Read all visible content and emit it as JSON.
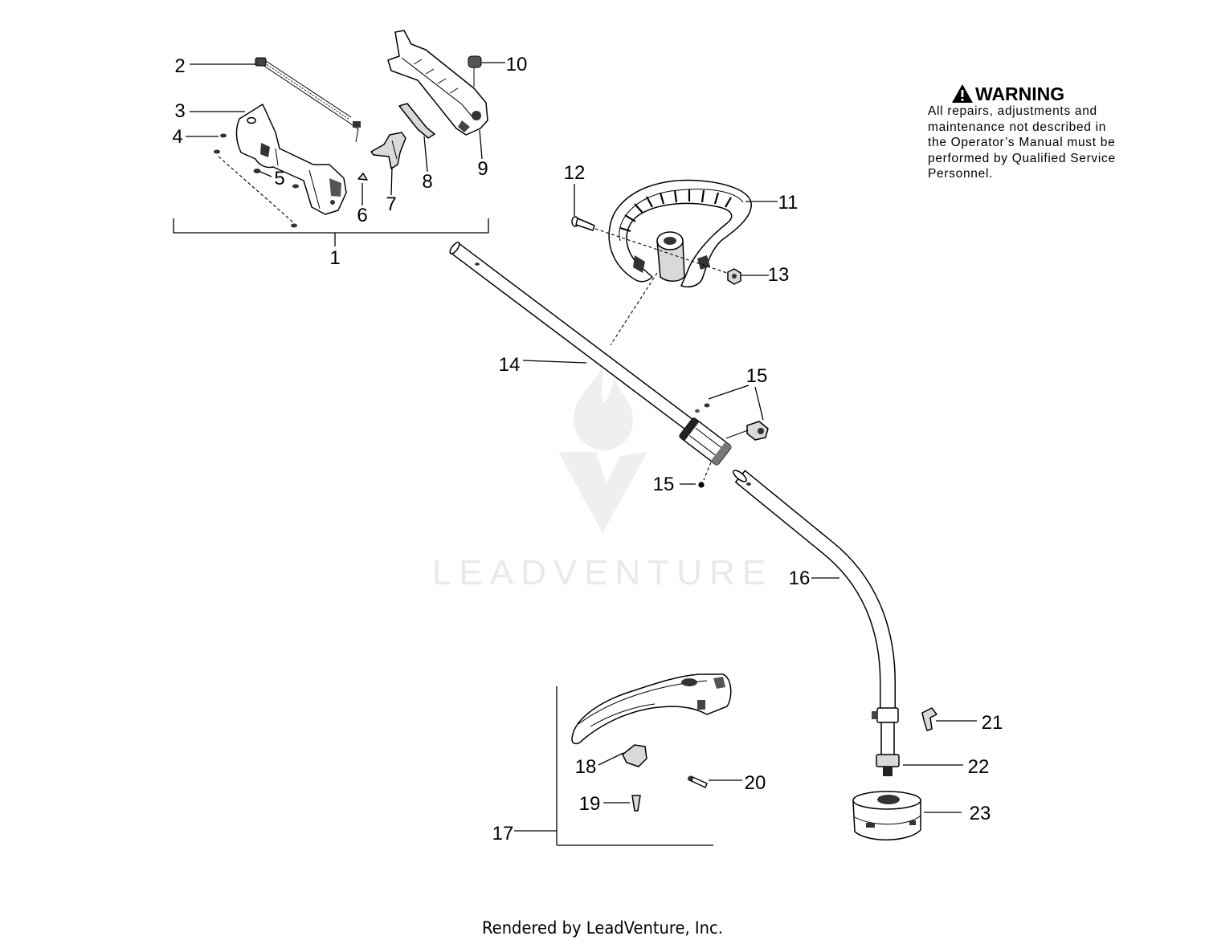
{
  "callouts": [
    "1",
    "2",
    "3",
    "4",
    "5",
    "6",
    "7",
    "8",
    "9",
    "10",
    "11",
    "12",
    "13",
    "14",
    "15",
    "16",
    "17",
    "18",
    "19",
    "20",
    "21",
    "22",
    "23"
  ],
  "warning": {
    "icon": "warning-triangle-icon",
    "title": "WARNING",
    "lines": [
      "All repairs, adjustments and",
      "maintenance not described in",
      "the Operator’s Manual must be",
      "performed by Qualified Service",
      "Personnel."
    ]
  },
  "watermark": {
    "icon": "leadventure-logo-icon",
    "text": "LEADVENTURE"
  },
  "footer": "Rendered by LeadVenture, Inc.",
  "colors": {
    "ink": "#000000",
    "background": "#ffffff",
    "watermark": "#e9e9e9",
    "part_shade": "#d9d9d9"
  }
}
